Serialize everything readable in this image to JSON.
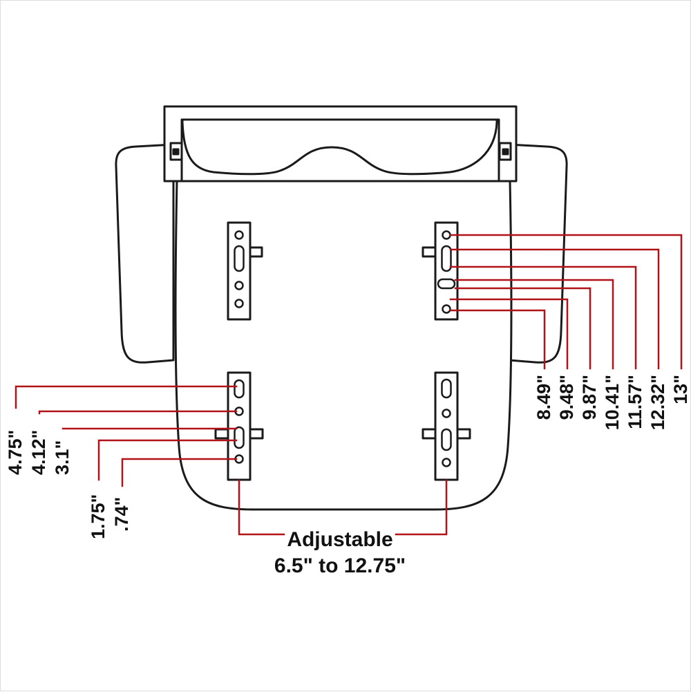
{
  "figure": {
    "background": "#ffffff",
    "outline_color": "#1a1a1a",
    "dimension_color": "#b11218",
    "text_color": "#111111"
  },
  "left_dimensions": [
    "4.75\"",
    "4.12\"",
    "3.1\"",
    "1.75\"",
    ".74\""
  ],
  "right_dimensions": [
    "8.49\"",
    "9.48\"",
    "9.87\"",
    "10.41\"",
    "11.57\"",
    "12.32\"",
    "13\""
  ],
  "bottom_callout": {
    "line1": "Adjustable",
    "line2": "6.5\" to 12.75\""
  }
}
